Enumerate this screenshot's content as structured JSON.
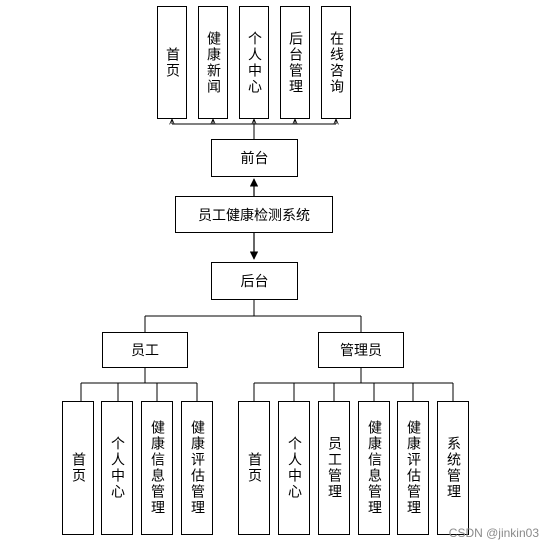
{
  "frontend_items": [
    "首页",
    "健康新闻",
    "个人中心",
    "后台管理",
    "在线咨询"
  ],
  "frontend_label": "前台",
  "system_label": "员工健康检测系统",
  "backend_label": "后台",
  "employee_label": "员工",
  "admin_label": "管理员",
  "employee_items": [
    "首页",
    "个人中心",
    "健康信息管理",
    "健康评估管理"
  ],
  "admin_items": [
    "首页",
    "个人中心",
    "员工管理",
    "健康信息管理",
    "健康评估管理",
    "系统管理"
  ],
  "watermark": "CSDN @jinkin03"
}
